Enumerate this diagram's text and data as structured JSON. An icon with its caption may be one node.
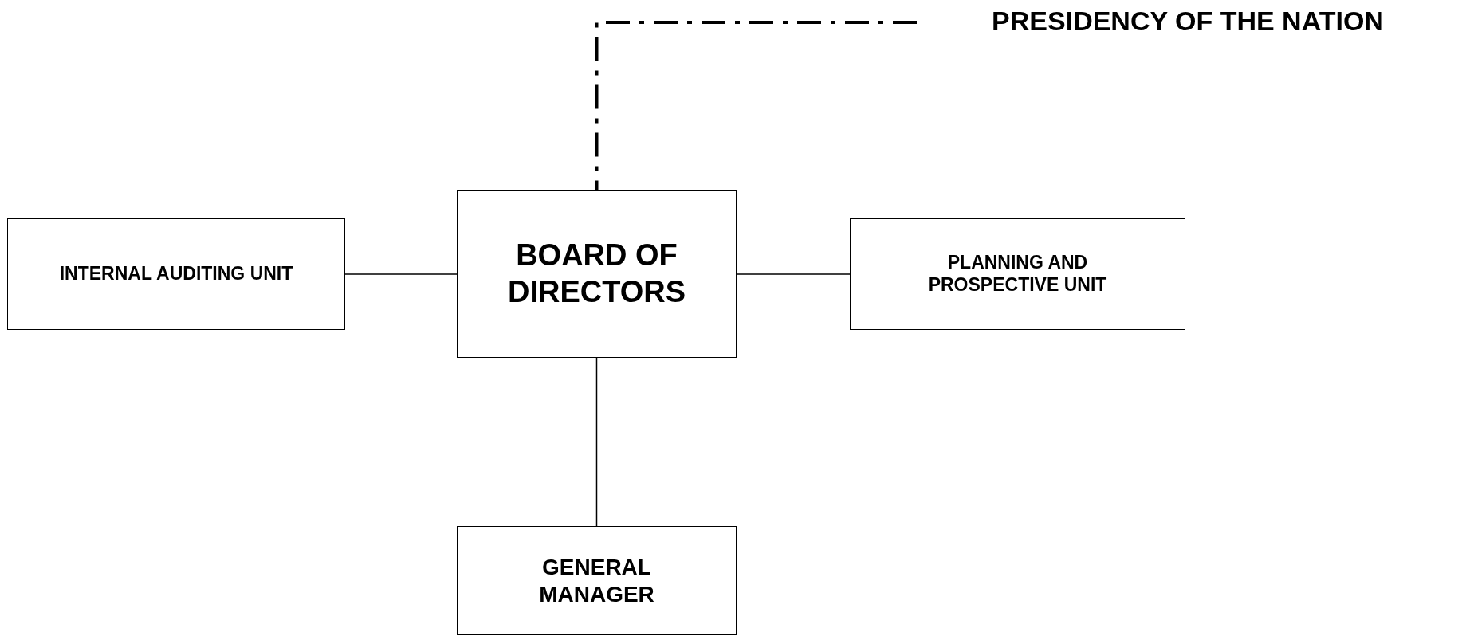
{
  "diagram": {
    "nodes": [
      {
        "text": [
          "PRESIDENCY OF THE NATION"
        ]
      },
      {
        "text": [
          "BOARD OF DIRECTORS"
        ]
      },
      {
        "text": [
          "INTERNAL AUDITING UNIT"
        ]
      },
      {
        "text": [
          "PLANNING AND PROSPECTIVE UNIT"
        ]
      },
      {
        "text": [
          "GENERAL MANAGER"
        ]
      }
    ],
    "edges": [
      {
        "from": 0,
        "to": 1,
        "arrow": "none",
        "style": "dashed"
      },
      {
        "from": 2,
        "to": 1,
        "arrow": "none"
      },
      {
        "from": 1,
        "to": 3,
        "arrow": "none"
      },
      {
        "from": 1,
        "to": 4,
        "arrow": "none"
      }
    ]
  }
}
